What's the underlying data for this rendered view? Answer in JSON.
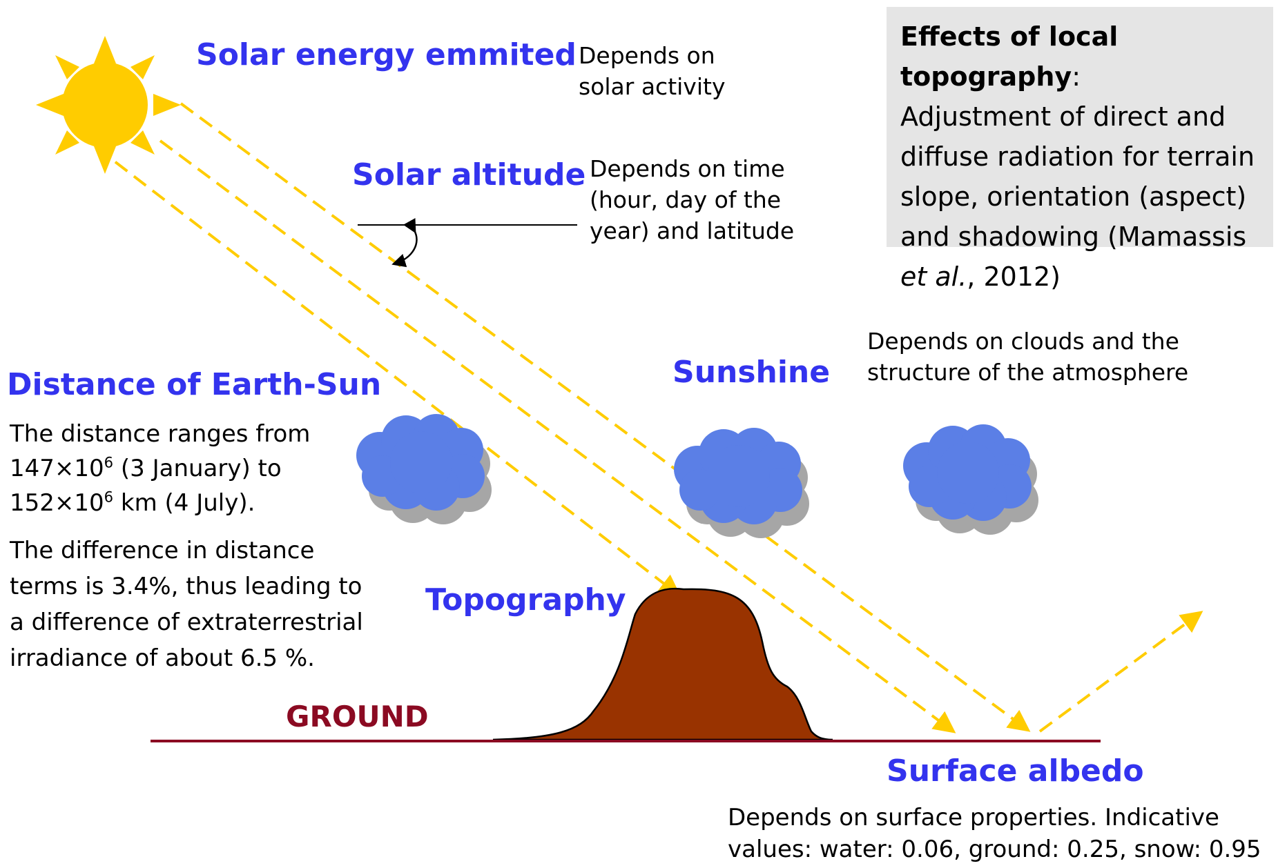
{
  "labels": {
    "solar_energy": "Solar energy emmited",
    "solar_energy_note": [
      "Depends on",
      "solar activity"
    ],
    "solar_altitude": "Solar altitude",
    "solar_altitude_note": [
      "Depends on time",
      "(hour, day of the",
      "year) and latitude"
    ],
    "distance": "Distance of Earth-Sun",
    "distance_note_1": {
      "line1": "The distance ranges from",
      "l2_base": "147×10",
      "l2_sup": "6",
      "l2_rest": " (3 January) to",
      "l3_base": "152×10",
      "l3_sup": "6",
      "l3_rest": " km (4 July)."
    },
    "distance_note_2": [
      "The difference in distance",
      "terms is 3.4%, thus leading to",
      "a difference of extraterrestrial",
      "irradiance of about 6.5 %."
    ],
    "sunshine": "Sunshine",
    "sunshine_note": [
      "Depends on clouds and the",
      "structure of the atmosphere"
    ],
    "topography": "Topography",
    "ground": "GROUND",
    "albedo": "Surface albedo",
    "albedo_note": [
      "Depends on surface properties. Indicative",
      "values: water: 0.06, ground: 0.25, snow: 0.95"
    ]
  },
  "topo_box": {
    "heading": "Effects of local topography",
    "colon": ":",
    "lines": [
      "Adjustment of direct and",
      "diffuse radiation for terrain",
      "slope, orientation (aspect)",
      "and shadowing (Mamassis"
    ],
    "etal": "et al.",
    "year": ", 2012)"
  },
  "colors": {
    "label_blue": "#3333ee",
    "sun": "#ffcc00",
    "ray": "#ffcc00",
    "cloud_fill": "#5b7fe6",
    "cloud_shadow": "#a6a6a6",
    "hill": "#993300",
    "ground_line": "#8b0a22",
    "box_bg": "#e5e5e5"
  }
}
